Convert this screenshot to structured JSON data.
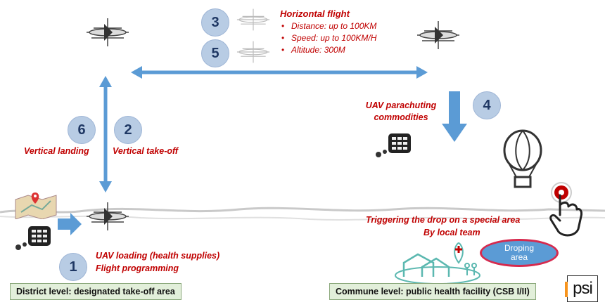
{
  "steps": [
    "1",
    "2",
    "3",
    "4",
    "5",
    "6"
  ],
  "horizontal_flight": {
    "title": "Horizontal flight",
    "bullets": [
      "Distance: up to 100KM",
      "Speed: up to 100KM/H",
      "Altitude: 300M"
    ]
  },
  "labels": {
    "parachuting": "UAV parachuting\ncommodities",
    "vertical_landing": "Vertical landing",
    "vertical_takeoff": "Vertical take-off",
    "trigger_line1": "Triggering the drop on a special area",
    "trigger_line2": "By local team",
    "loading_line1": "UAV loading (health supplies)",
    "loading_line2": "Flight programming",
    "droping_area": "Droping\narea"
  },
  "boxes": {
    "district": "District level: designated take-off area",
    "commune": "Commune level: public health facility (CSB I/II)"
  },
  "logo": "psi",
  "colors": {
    "arrow": "#5b9bd5",
    "circle": "#b8cce4",
    "text_red": "#c00000",
    "box_green": "#e2efda"
  }
}
